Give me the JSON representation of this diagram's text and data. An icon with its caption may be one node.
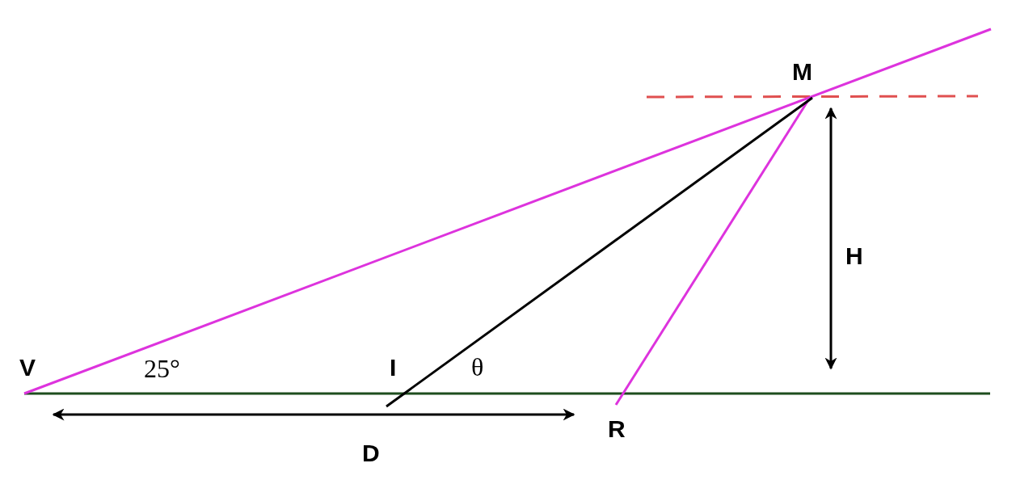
{
  "diagram": {
    "labels": [
      "M",
      "H",
      "V",
      "25°",
      "I",
      "θ",
      "D",
      "R"
    ]
  }
}
